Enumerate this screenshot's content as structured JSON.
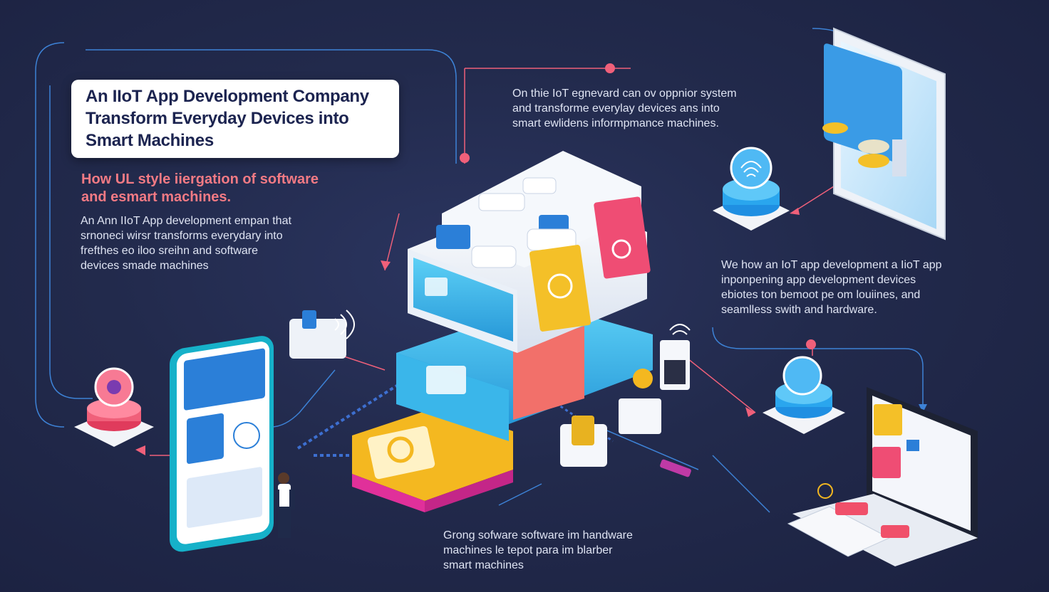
{
  "title_card": {
    "lines": [
      "An IIoT App Development Company",
      "Transform Everyday Devices into",
      "Smart Machines"
    ]
  },
  "subtitle": {
    "lines": [
      "How  UL  style  iiergation of software",
      "and esmart machines."
    ]
  },
  "paragraphs": {
    "left": [
      "An Ann IIoT App development empan that",
      "srnoneci wirsr transforms everydary into",
      "frefthes eo iloo  sreihn and software",
      "devices smade machines"
    ],
    "top": [
      "On thie IoT egnevard can ov oppnior system",
      "and transforme everylay devices ans into",
      "smart ewlidens informpmance machines."
    ],
    "right": [
      "We how an IoT app development a IioT app",
      "inponpening app development devices",
      "ebiotes ton bemoot pe om louiines, and",
      "seamlless swith and hardware."
    ],
    "bottom": [
      "Grong sofware software im handware",
      "machines le tepot para im blarber",
      "smart machines"
    ]
  },
  "colors": {
    "accent_pink": "#f0607a",
    "accent_cyan": "#3ab6ea",
    "accent_yellow": "#f4b820",
    "accent_magenta": "#e0309a",
    "accent_coral": "#f16a62",
    "line_blue": "#4a7fd0"
  },
  "icons": [
    "fingerprint-icon",
    "wifi-signal-icon",
    "gear-icon",
    "robot-arm-icon",
    "keyboard-icon",
    "mobile-phone-icon",
    "laptop-icon",
    "tablet-icon"
  ]
}
